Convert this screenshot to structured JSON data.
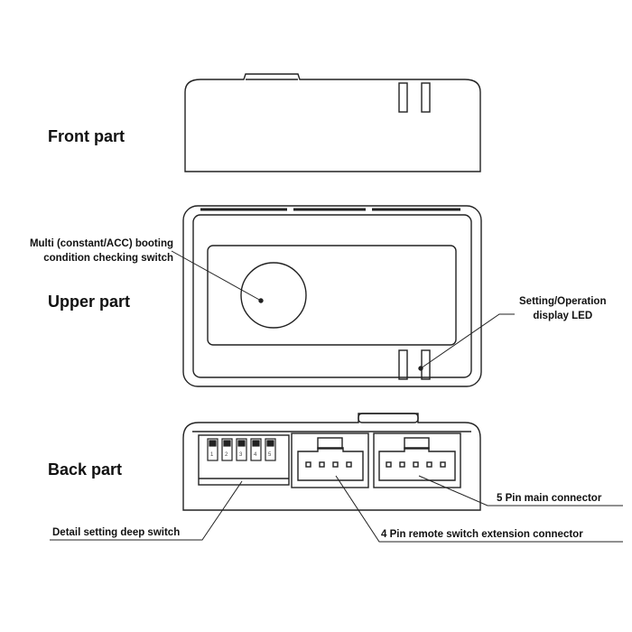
{
  "sections": {
    "front": "Front part",
    "upper": "Upper part",
    "back": "Back part"
  },
  "callouts": {
    "booting_switch_line1": "Multi (constant/ACC) booting",
    "booting_switch_line2": "condition checking switch",
    "led_line1": "Setting/Operation",
    "led_line2": "display LED",
    "main_connector": "5 Pin main connector",
    "dip_switch": "Detail setting deep switch",
    "remote_connector": "4 Pin remote switch extension connector"
  },
  "dip_numbers": [
    "1",
    "2",
    "3",
    "4",
    "5"
  ],
  "colors": {
    "stroke": "#222222",
    "background": "#ffffff"
  }
}
